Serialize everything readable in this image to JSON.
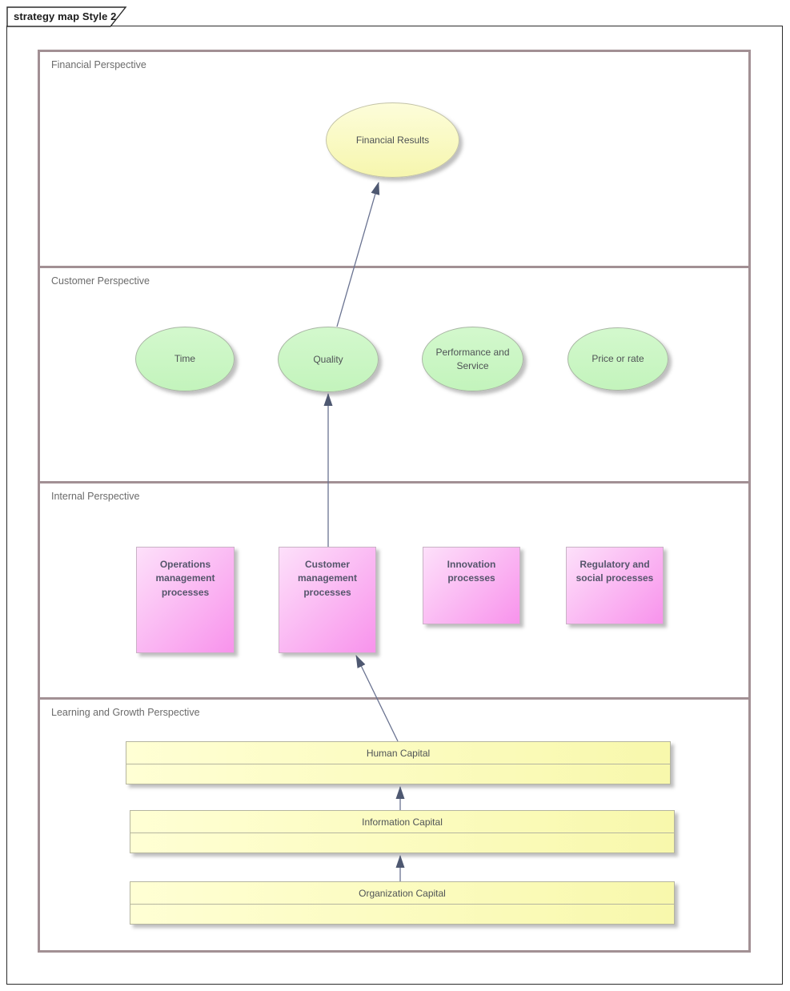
{
  "diagram": {
    "tab_title": "strategy map Style 2"
  },
  "lanes": [
    {
      "label": "Financial Perspective"
    },
    {
      "label": "Customer Perspective"
    },
    {
      "label": "Internal Perspective"
    },
    {
      "label": "Learning and Growth Perspective"
    }
  ],
  "nodes": {
    "financial_results": {
      "label": "Financial Results"
    },
    "time": {
      "label": "Time"
    },
    "quality": {
      "label": "Quality"
    },
    "performance_and_service": {
      "label": "Performance and Service"
    },
    "price_or_rate": {
      "label": "Price or rate"
    },
    "operations_management": {
      "label": "Operations management processes"
    },
    "customer_management": {
      "label": "Customer management processes"
    },
    "innovation": {
      "label": "Innovation processes"
    },
    "regulatory_social": {
      "label": "Regulatory and social processes"
    },
    "human_capital": {
      "label": "Human Capital"
    },
    "information_capital": {
      "label": "Information Capital"
    },
    "organization_capital": {
      "label": "Organization Capital"
    }
  },
  "connectors": [
    {
      "from": "Quality",
      "to": "Financial Results"
    },
    {
      "from": "Customer management processes",
      "to": "Quality"
    },
    {
      "from": "Human Capital",
      "to": "Customer management processes"
    },
    {
      "from": "Information Capital",
      "to": "Human Capital"
    },
    {
      "from": "Organization Capital",
      "to": "Information Capital"
    }
  ],
  "colors": {
    "frame_border": "#2b2b2b",
    "lane_border": "#a29094",
    "lane_label_text": "#6b6b6b",
    "connector_line": "#6a7391",
    "arrowhead": "#4e5871",
    "financial_node_fill": "#fafac4",
    "customer_node_fill": "#c9f5c4",
    "internal_node_fill": "#f9a3ee",
    "learning_node_fill": "#fbfbc0",
    "node_text": "#4f5356",
    "process_text": "#55556b"
  }
}
